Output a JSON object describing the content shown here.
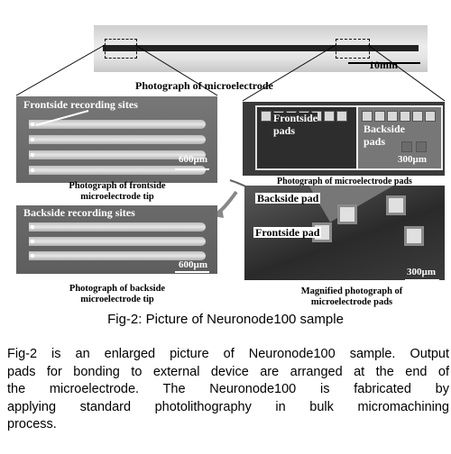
{
  "figure": {
    "top_scale": "10mm",
    "top_caption": "Photograph of microelectrode",
    "front_label": "Frontside recording sites",
    "front_scale": "600µm",
    "front_caption_1": "Photograph of frontside",
    "front_caption_2": "microelectrode tip",
    "back_label": "Backside recording sites",
    "back_scale": "600µm",
    "back_caption_1": "Photograph of backside",
    "back_caption_2": "microelectrode tip",
    "pads_front_label_1": "Frontside",
    "pads_front_label_2": "pads",
    "pads_back_label_1": "Backside",
    "pads_back_label_2": "pads",
    "pads_scale": "300µm",
    "pads_caption": "Photograph of microelectrode pads",
    "mag_backside_pad": "Backside pad",
    "mag_frontside_pad": "Frontside pad",
    "mag_scale": "300µm",
    "mag_caption_1": "Magnified photograph of",
    "mag_caption_2": "microelectrode pads",
    "title": "Fig-2: Picture of Neuronode100 sample"
  },
  "body": {
    "line_1": "Fig-2 is an enlarged picture of Neuronode100 sample. Output",
    "line_2": "pads for bonding to external device are arranged at the end of",
    "line_3": "the microelectrode. The Neuronode100 is fabricated by",
    "line_4": "applying standard photolithography in bulk micromachining",
    "line_5": "process."
  }
}
